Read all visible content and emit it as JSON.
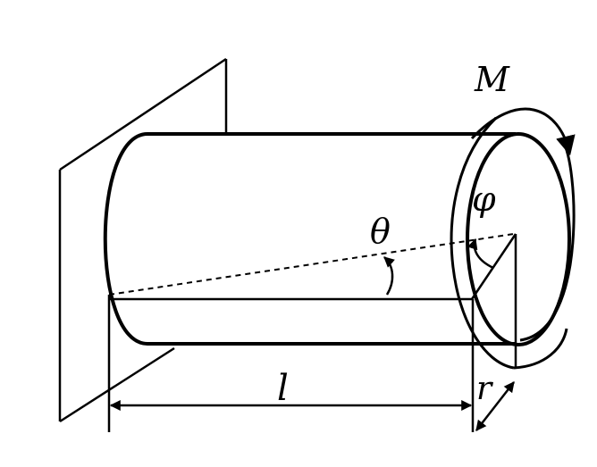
{
  "labels": {
    "moment": "M",
    "twist_angle": "φ",
    "shear_angle": "θ",
    "length": "l",
    "radius": "r"
  },
  "colors": {
    "ink": "#000000",
    "background": "#ffffff"
  }
}
